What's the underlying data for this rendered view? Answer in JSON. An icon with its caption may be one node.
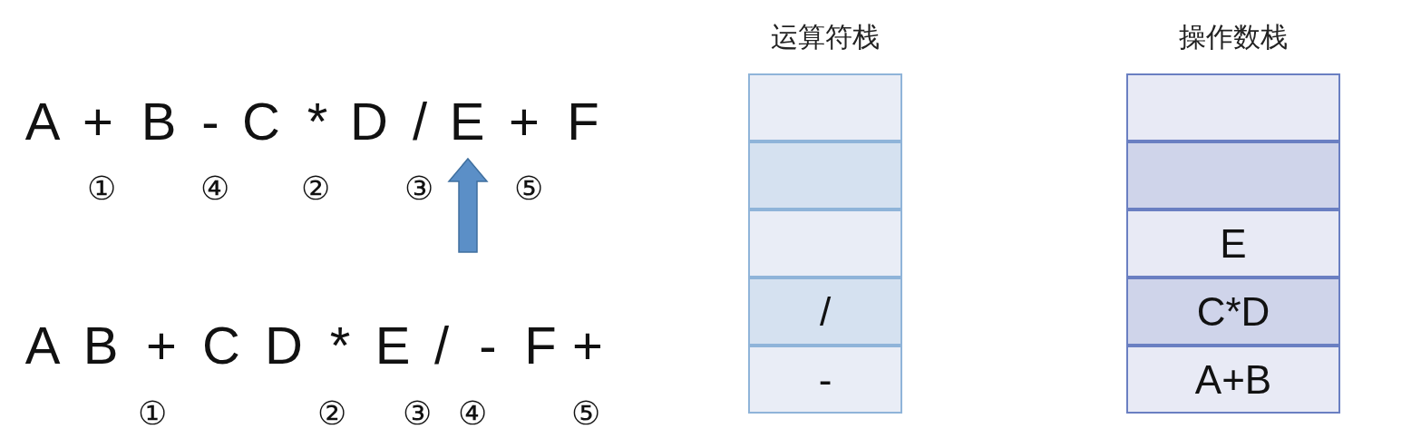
{
  "diagram": {
    "nodes": [
      {
        "text": [
          "运算符栈"
        ]
      },
      {
        "text": [],
        "shape": "box",
        "in": 0
      },
      {
        "text": [],
        "shape": "box",
        "in": 0
      },
      {
        "text": [],
        "shape": "box",
        "in": 0
      },
      {
        "text": [
          "/"
        ],
        "in": 0
      },
      {
        "text": [
          "-"
        ],
        "in": 0
      },
      {
        "text": [
          "操作数栈"
        ]
      },
      {
        "text": [],
        "shape": "box",
        "in": 6
      },
      {
        "text": [],
        "shape": "box",
        "in": 6
      },
      {
        "text": [
          "E"
        ],
        "in": 6
      },
      {
        "text": [
          "C*D"
        ],
        "in": 6
      },
      {
        "text": [
          "A+B"
        ],
        "in": 6
      }
    ],
    "edges": [],
    "labels": [
      "A",
      "+",
      "B",
      "-",
      "C",
      "*",
      "D",
      "/",
      "E",
      "+",
      "F",
      "①",
      "④",
      "②",
      "③",
      "⑤",
      "A",
      "B",
      "+",
      "C",
      "D",
      "*",
      "E",
      "/",
      "-",
      "F",
      "+",
      "①",
      "②",
      "③",
      "④",
      "⑤"
    ]
  }
}
